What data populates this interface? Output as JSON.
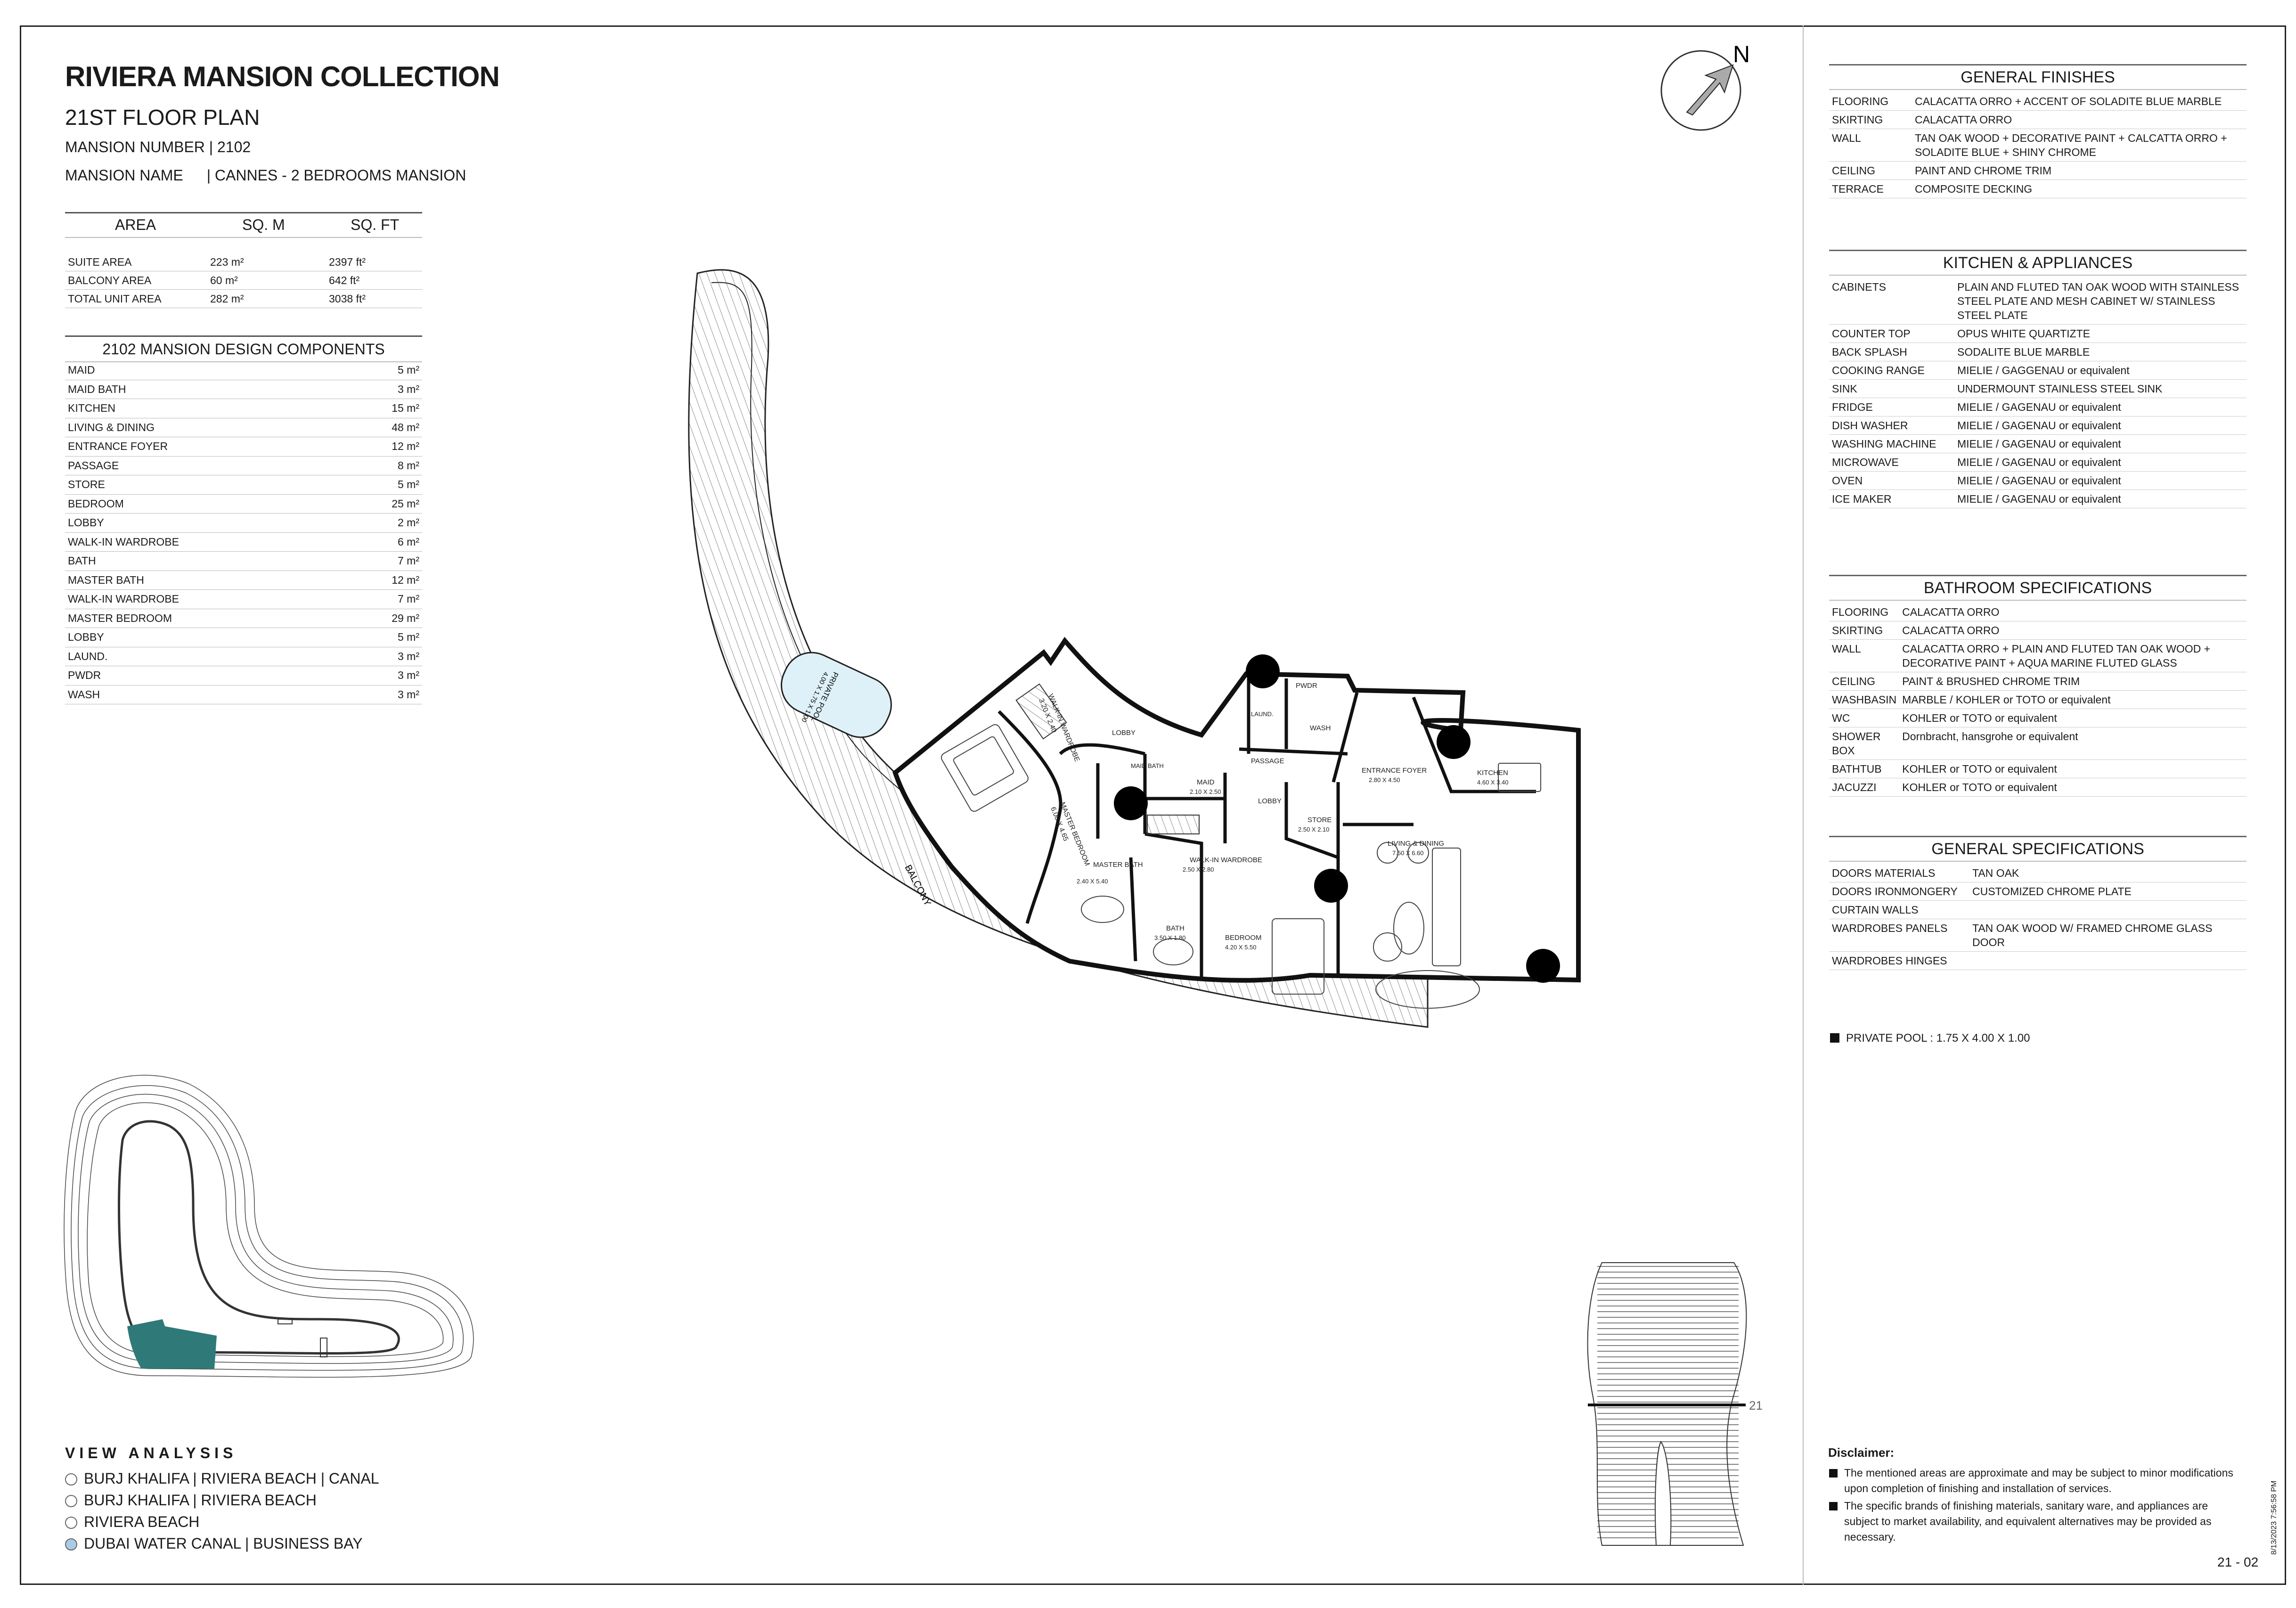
{
  "header": {
    "collection": "RIVIERA MANSION COLLECTION",
    "floor": "21ST FLOOR PLAN",
    "number_line": "MANSION NUMBER | 2102",
    "name_label": "MANSION NAME",
    "name_value": "| CANNES - 2 BEDROOMS MANSION"
  },
  "area_table": {
    "headers": [
      "AREA",
      "SQ. M",
      "SQ. FT"
    ],
    "rows": [
      [
        "SUITE AREA",
        "223 m²",
        "2397 ft²"
      ],
      [
        "BALCONY AREA",
        "60 m²",
        "642 ft²"
      ],
      [
        "TOTAL UNIT AREA",
        "282 m²",
        "3038 ft²"
      ]
    ]
  },
  "components": {
    "title": "2102 MANSION DESIGN COMPONENTS",
    "rows": [
      [
        "MAID",
        "5 m²"
      ],
      [
        "MAID BATH",
        "3 m²"
      ],
      [
        "KITCHEN",
        "15 m²"
      ],
      [
        "LIVING & DINING",
        "48 m²"
      ],
      [
        "ENTRANCE FOYER",
        "12 m²"
      ],
      [
        "PASSAGE",
        "8 m²"
      ],
      [
        "STORE",
        "5 m²"
      ],
      [
        "BEDROOM",
        "25 m²"
      ],
      [
        "LOBBY",
        "2 m²"
      ],
      [
        "WALK-IN WARDROBE",
        "6 m²"
      ],
      [
        "BATH",
        "7 m²"
      ],
      [
        "MASTER BATH",
        "12 m²"
      ],
      [
        "WALK-IN WARDROBE",
        "7 m²"
      ],
      [
        "MASTER BEDROOM",
        "29 m²"
      ],
      [
        "LOBBY",
        "5 m²"
      ],
      [
        "LAUND.",
        "3 m²"
      ],
      [
        "PWDR",
        "3 m²"
      ],
      [
        "WASH",
        "3 m²"
      ]
    ]
  },
  "compass": {
    "label": "N"
  },
  "plan_labels": {
    "balcony": "BALCONY",
    "pool": "PRIVATE POOL",
    "pool_dims": "4.00 X 1.75 X 1.00",
    "master_bedroom": "MASTER BEDROOM",
    "master_bedroom_dims": "6.00 X 4.65",
    "walkin1": "WALK-IN WARDROBE",
    "walkin1_dims": "3.20 X 2.40",
    "lobby1": "LOBBY",
    "maid_bath": "MAID BATH",
    "maid": "MAID",
    "maid_dims": "2.10 X 2.50",
    "passage": "PASSAGE",
    "lobby2": "LOBBY",
    "pwdr": "PWDR",
    "laund": "LAUND.",
    "wash": "WASH",
    "store": "STORE",
    "store_dims": "2.50 X 2.10",
    "entrance": "ENTRANCE FOYER",
    "entrance_dims": "2.80 X 4.50",
    "kitchen": "KITCHEN",
    "kitchen_dims": "4.60 X 3.40",
    "living": "LIVING & DINING",
    "living_dims": "7.50 X 6.60",
    "master_bath": "MASTER BATH",
    "master_bath_dims": "2.40 X 5.40",
    "walkin2": "WALK-IN WARDROBE",
    "walkin2_dims": "2.50 X 2.80",
    "bath": "BATH",
    "bath_dims": "3.50 X 1.80",
    "bedroom": "BEDROOM",
    "bedroom_dims": "4.20 X 5.50"
  },
  "general_finishes": {
    "title": "GENERAL FINISHES",
    "rows": [
      [
        "FLOORING",
        "CALACATTA ORRO + ACCENT OF SOLADITE BLUE MARBLE"
      ],
      [
        "SKIRTING",
        "CALACATTA ORRO"
      ],
      [
        "WALL",
        "TAN OAK WOOD + DECORATIVE PAINT + CALCATTA ORRO + SOLADITE BLUE + SHINY CHROME"
      ],
      [
        "CEILING",
        "PAINT AND CHROME TRIM"
      ],
      [
        "TERRACE",
        "COMPOSITE DECKING"
      ]
    ]
  },
  "kitchen": {
    "title": "KITCHEN & APPLIANCES",
    "rows": [
      [
        "CABINETS",
        "PLAIN AND FLUTED TAN OAK WOOD WITH STAINLESS STEEL PLATE AND MESH CABINET W/ STAINLESS STEEL PLATE"
      ],
      [
        "COUNTER TOP",
        "OPUS WHITE QUARTIZTE"
      ],
      [
        "BACK SPLASH",
        "SODALITE BLUE MARBLE"
      ],
      [
        "COOKING RANGE",
        "MIELIE / GAGGENAU or equivalent"
      ],
      [
        "SINK",
        "UNDERMOUNT STAINLESS STEEL SINK"
      ],
      [
        "FRIDGE",
        "MIELIE / GAGENAU or equivalent"
      ],
      [
        "DISH WASHER",
        "MIELIE / GAGENAU or equivalent"
      ],
      [
        "WASHING MACHINE",
        "MIELIE / GAGENAU or equivalent"
      ],
      [
        "MICROWAVE",
        "MIELIE / GAGENAU or equivalent"
      ],
      [
        "OVEN",
        "MIELIE / GAGENAU or equivalent"
      ],
      [
        "ICE MAKER",
        "MIELIE / GAGENAU or equivalent"
      ]
    ]
  },
  "bathroom": {
    "title": "BATHROOM SPECIFICATIONS",
    "rows": [
      [
        "FLOORING",
        "CALACATTA ORRO"
      ],
      [
        "SKIRTING",
        "CALACATTA ORRO"
      ],
      [
        "WALL",
        "CALACATTA ORRO + PLAIN AND FLUTED TAN OAK WOOD + DECORATIVE PAINT + AQUA MARINE FLUTED GLASS"
      ],
      [
        "CEILING",
        "PAINT & BRUSHED CHROME TRIM"
      ],
      [
        "WASHBASIN",
        "MARBLE / KOHLER or TOTO or equivalent"
      ],
      [
        "WC",
        "KOHLER or TOTO or equivalent"
      ],
      [
        "SHOWER BOX",
        "Dornbracht, hansgrohe or equivalent"
      ],
      [
        "BATHTUB",
        "KOHLER or TOTO or equivalent"
      ],
      [
        "JACUZZI",
        "KOHLER or TOTO or equivalent"
      ]
    ]
  },
  "general_specs": {
    "title": "GENERAL SPECIFICATIONS",
    "rows": [
      [
        "DOORS MATERIALS",
        "TAN OAK"
      ],
      [
        "DOORS IRONMONGERY",
        "CUSTOMIZED CHROME PLATE"
      ],
      [
        "CURTAIN WALLS",
        ""
      ],
      [
        "WARDROBES PANELS",
        "TAN OAK WOOD W/ FRAMED CHROME GLASS DOOR"
      ],
      [
        "WARDROBES HINGES",
        ""
      ]
    ]
  },
  "pool_note": "PRIVATE POOL :  1.75 X 4.00 X 1.00",
  "view_analysis": {
    "title": "VIEW ANALYSIS",
    "items": [
      {
        "label": "BURJ KHALIFA | RIVIERA BEACH | CANAL",
        "selected": false
      },
      {
        "label": "BURJ KHALIFA | RIVIERA BEACH",
        "selected": false
      },
      {
        "label": "RIVIERA BEACH",
        "selected": false
      },
      {
        "label": "DUBAI WATER CANAL | BUSINESS BAY",
        "selected": true
      }
    ]
  },
  "elevation_floor": "21",
  "disclaimer": {
    "title": "Disclaimer:",
    "items": [
      "The mentioned areas are approximate and may be subject to minor modifications  upon completion of finishing and installation of services.",
      "The specific brands of finishing materials, sanitary ware, and appliances are subject to market availability, and equivalent alternatives may be provided as necessary."
    ]
  },
  "page_number": "21 - 02",
  "stamp": "8/13/2023 7:56:58 PM",
  "colors": {
    "selected_view": "#a9cbe6",
    "highlight_unit": "#2f7a78",
    "wall": "#111111"
  }
}
